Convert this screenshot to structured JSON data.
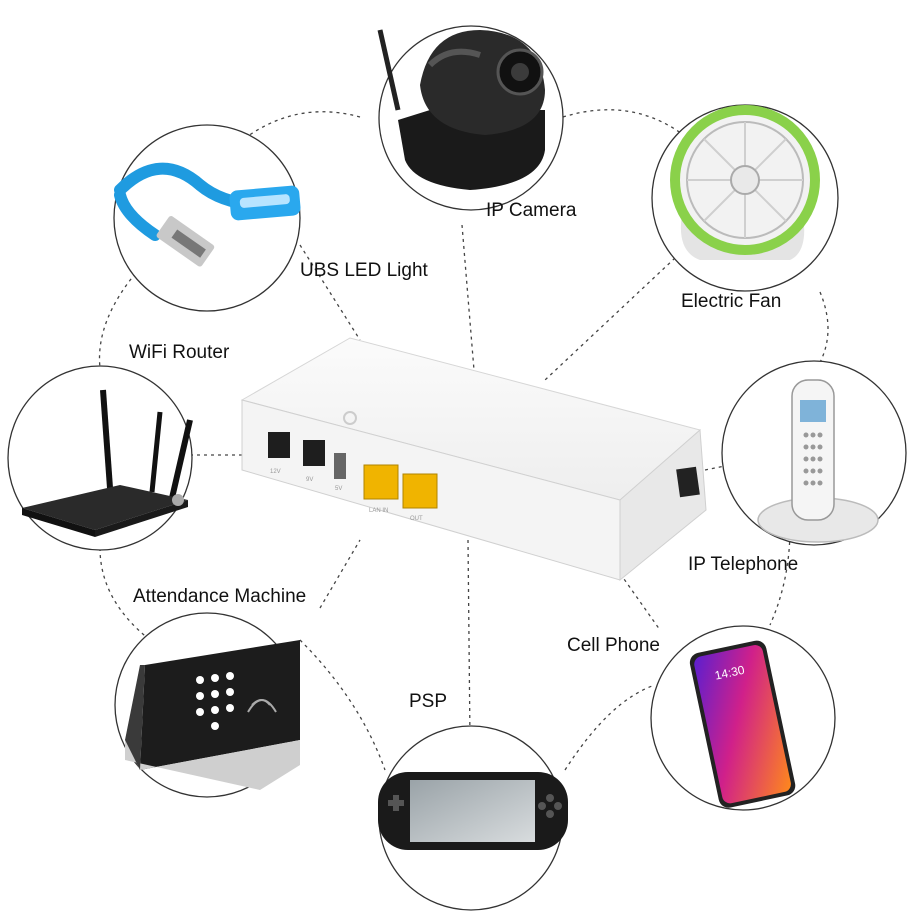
{
  "diagram": {
    "devices": {
      "ip_camera": "IP Camera",
      "usb_led_light": "UBS LED Light",
      "electric_fan": "Electric Fan",
      "wifi_router": "WiFi Router",
      "ip_telephone": "IP Telephone",
      "attendance_machine": "Attendance Machine",
      "cell_phone": "Cell Phone",
      "psp": "PSP"
    },
    "ups_device": {
      "port_labels": [
        "12V",
        "9V",
        "5V",
        "LAN IN",
        "OUT"
      ],
      "phone_time": "14:30"
    },
    "colors": {
      "connector": "#444444",
      "circle_border": "#333333",
      "usb_light": "#1f9be0",
      "fan_ring": "#8ad14a",
      "ethernet_port": "#f0b400",
      "phone_screen": "#c02090"
    }
  }
}
